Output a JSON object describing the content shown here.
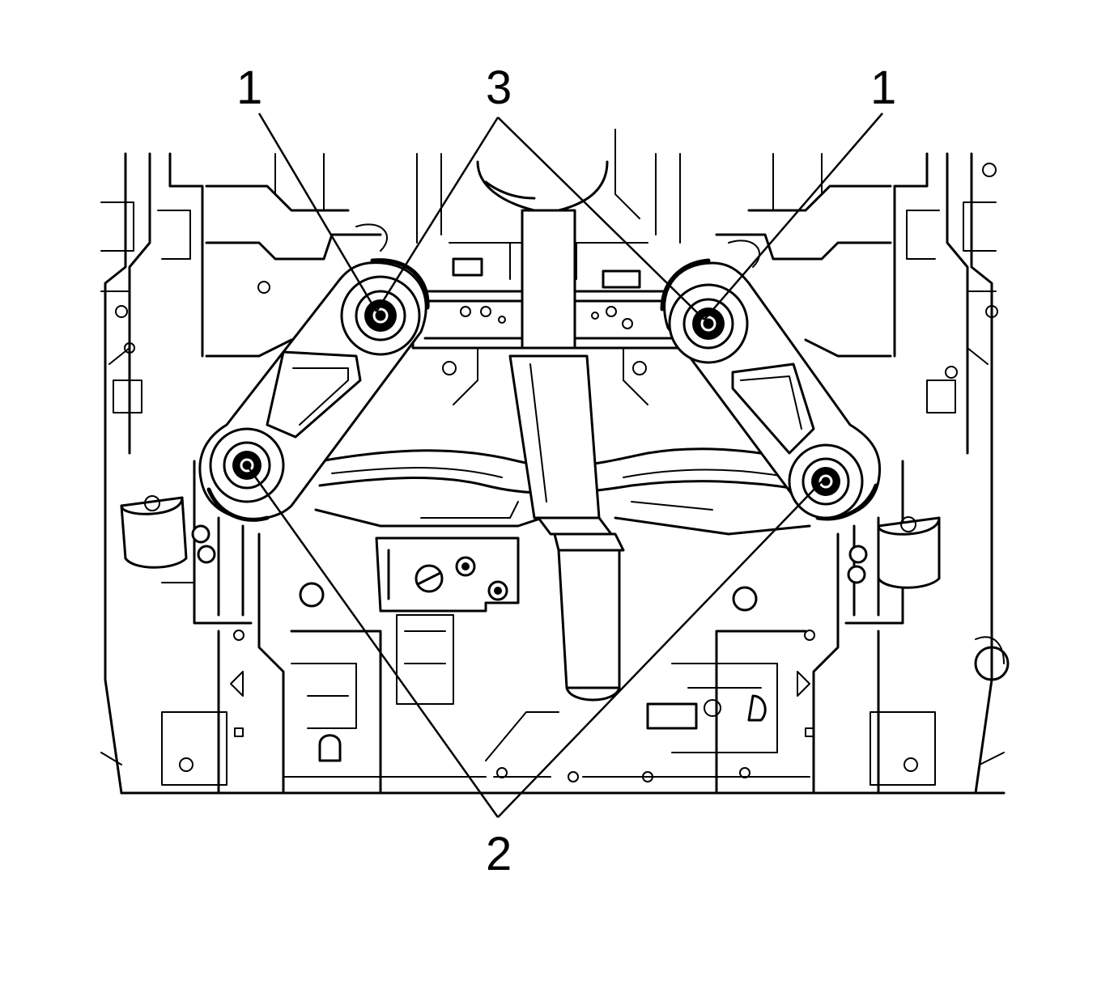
{
  "diagram": {
    "callouts": [
      {
        "id": "callout-1-left",
        "text": "1"
      },
      {
        "id": "callout-3",
        "text": "3"
      },
      {
        "id": "callout-1-right",
        "text": "1"
      },
      {
        "id": "callout-2",
        "text": "2"
      }
    ],
    "colors": {
      "line": "#000000",
      "background": "#ffffff"
    }
  }
}
